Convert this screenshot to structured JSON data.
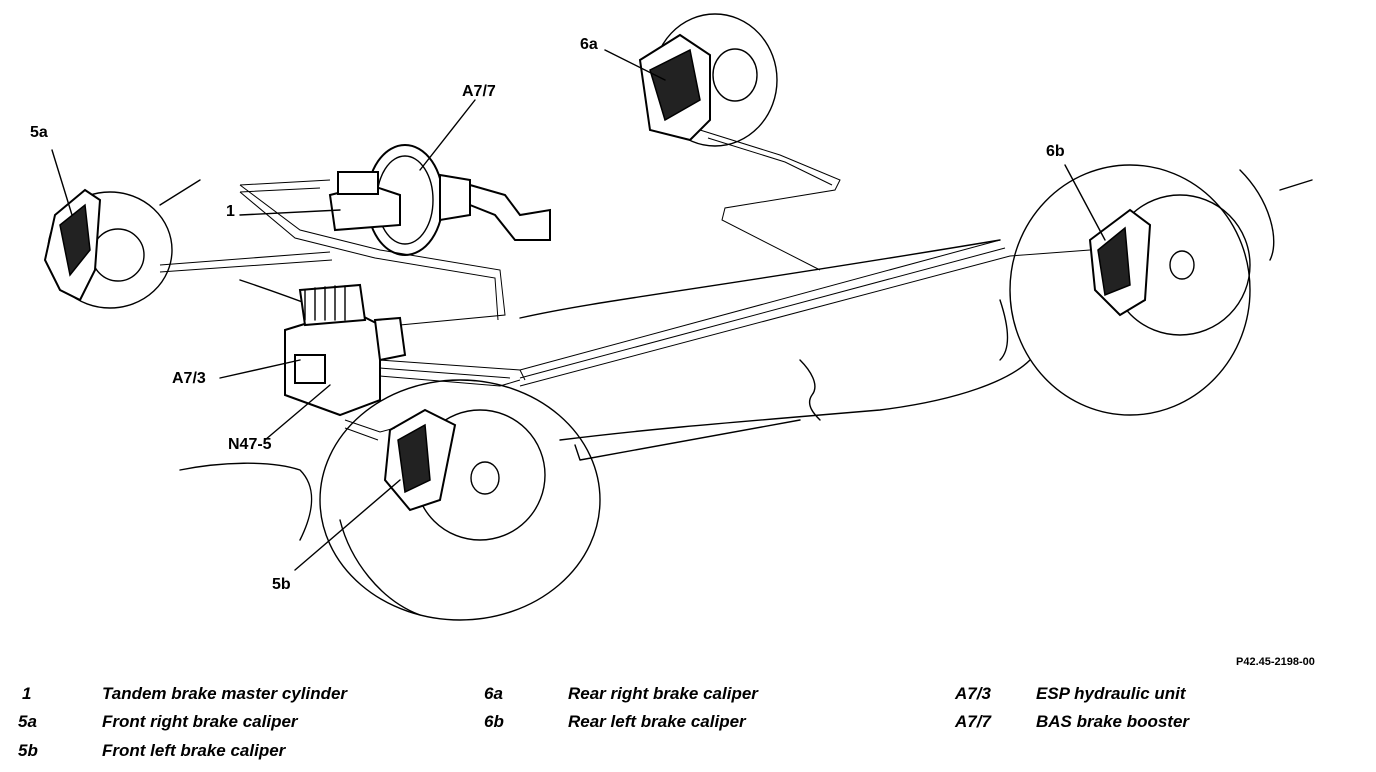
{
  "diagram": {
    "callouts": {
      "c1": "1",
      "c5a": "5a",
      "c5b": "5b",
      "c6a": "6a",
      "c6b": "6b",
      "cA73": "A7/3",
      "cA77": "A7/7",
      "cN475": "N47-5"
    },
    "reference_code": "P42.45-2198-00"
  },
  "legend": [
    {
      "code": "1",
      "description": "Tandem brake master cylinder"
    },
    {
      "code": "5a",
      "description": "Front right brake caliper"
    },
    {
      "code": "5b",
      "description": "Front left brake caliper"
    },
    {
      "code": "6a",
      "description": "Rear right brake caliper"
    },
    {
      "code": "6b",
      "description": "Rear left brake caliper"
    },
    {
      "code": "A7/3",
      "description": "ESP hydraulic unit"
    },
    {
      "code": "A7/7",
      "description": "BAS brake booster"
    }
  ]
}
